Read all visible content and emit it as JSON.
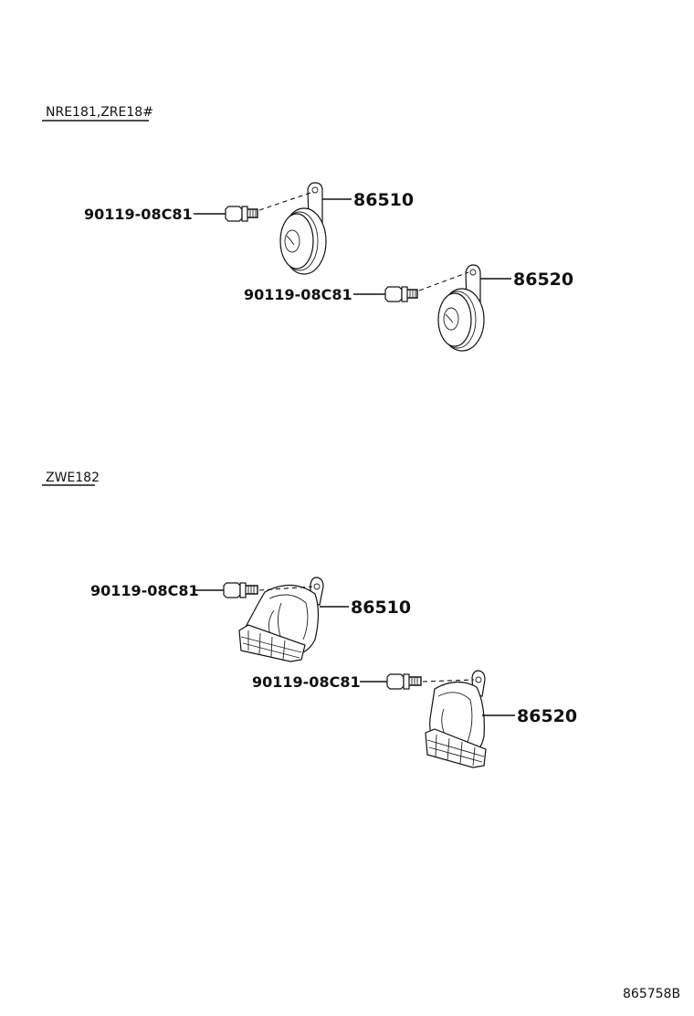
{
  "sections": [
    {
      "name": "NRE181,ZRE18#",
      "callouts": [
        {
          "bolt": "90119-08C81",
          "part": "86510"
        },
        {
          "bolt": "90119-08C81",
          "part": "86520"
        }
      ]
    },
    {
      "name": "ZWE182",
      "callouts": [
        {
          "bolt": "90119-08C81",
          "part": "86510"
        },
        {
          "bolt": "90119-08C81",
          "part": "86520"
        }
      ]
    }
  ],
  "drawing_code": "865758B"
}
